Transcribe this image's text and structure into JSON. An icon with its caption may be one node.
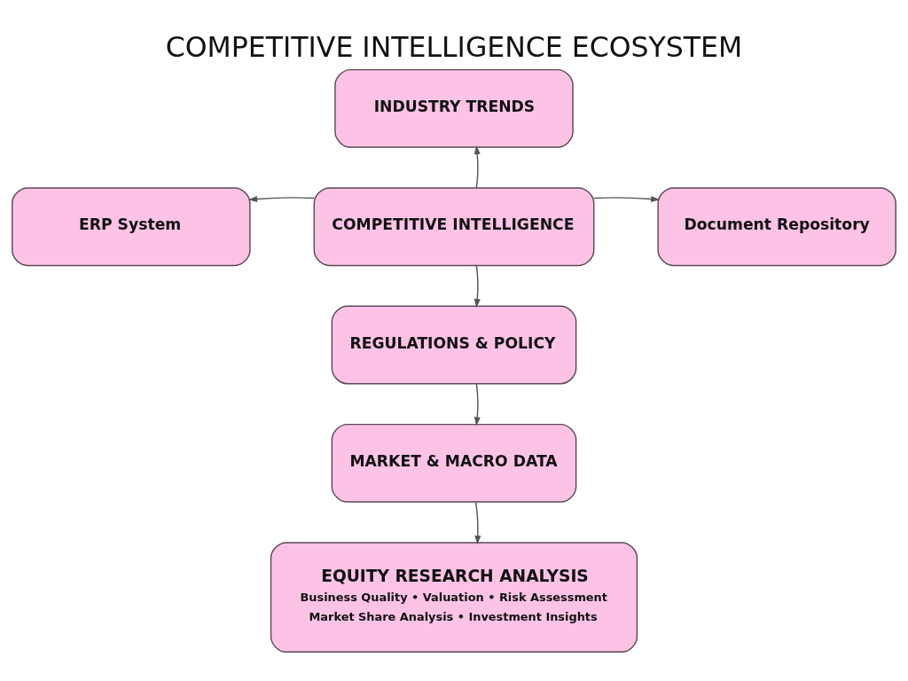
{
  "diagram": {
    "title": "COMPETITIVE INTELLIGENCE ECOSYSTEM",
    "nodes": [
      {
        "text": [
          "INDUSTRY TRENDS"
        ]
      },
      {
        "text": [
          "ERP System"
        ]
      },
      {
        "text": [
          "COMPETITIVE INTELLIGENCE"
        ]
      },
      {
        "text": [
          "Document Repository"
        ]
      },
      {
        "text": [
          "REGULATIONS & POLICY"
        ]
      },
      {
        "text": [
          "MARKET & MACRO DATA"
        ]
      },
      {
        "text": [
          "EQUITY RESEARCH ANALYSIS",
          "Business Quality • Valuation • Risk Assessment",
          "Market Share Analysis • Investment Insights"
        ]
      }
    ],
    "edges": [
      {
        "from": 2,
        "to": 0,
        "arrow": "to"
      },
      {
        "from": 2,
        "to": 1,
        "arrow": "to"
      },
      {
        "from": 2,
        "to": 3,
        "arrow": "to"
      },
      {
        "from": 2,
        "to": 4,
        "arrow": "to"
      },
      {
        "from": 4,
        "to": 5,
        "arrow": "to"
      },
      {
        "from": 5,
        "to": 6,
        "arrow": "to"
      }
    ]
  }
}
